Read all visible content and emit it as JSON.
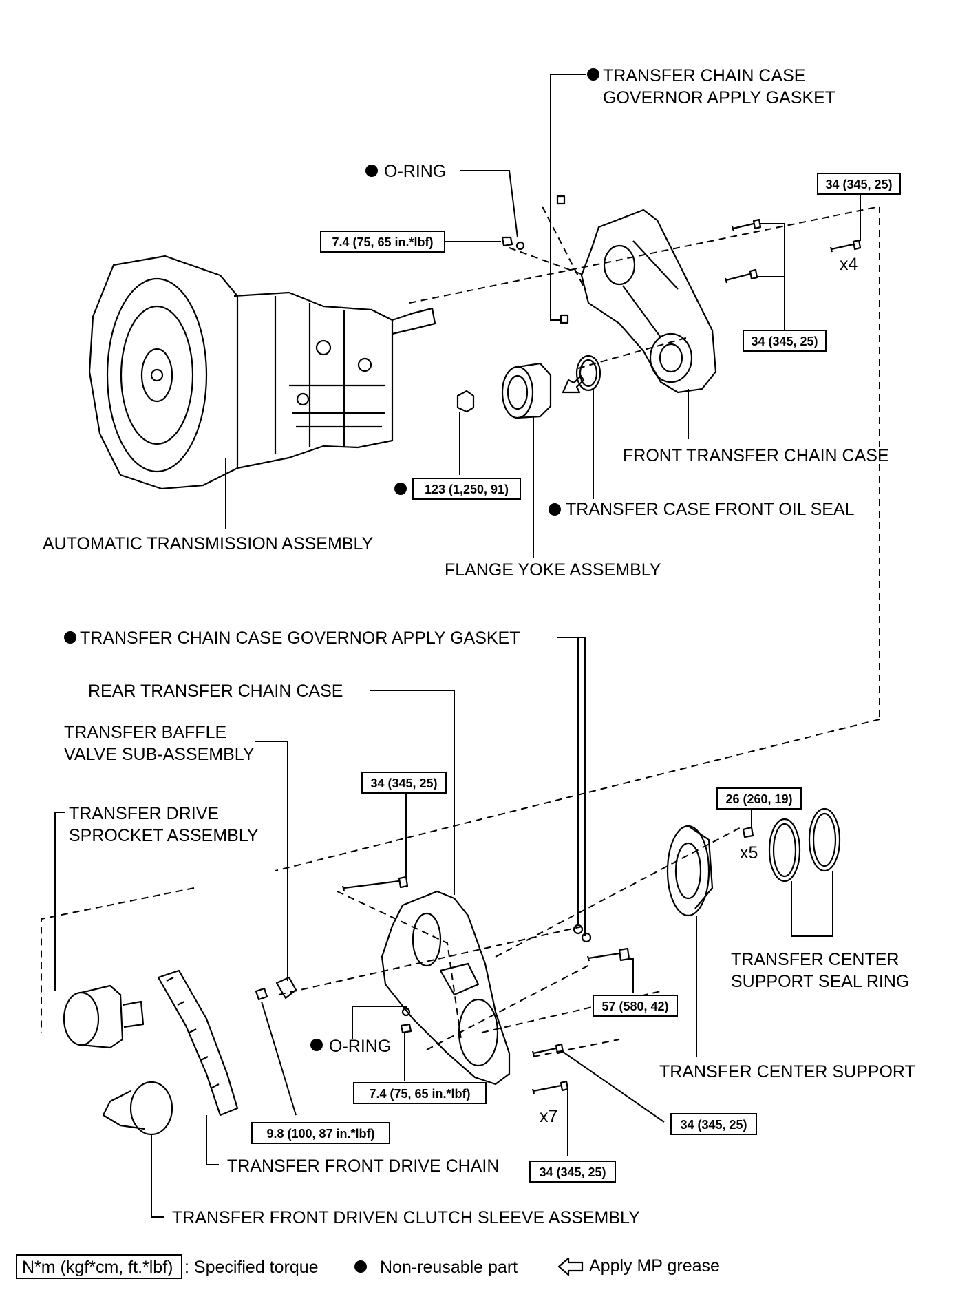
{
  "labels": {
    "transfer_chain_case_gasket_top_line1": "TRANSFER CHAIN CASE",
    "transfer_chain_case_gasket_top_line2": "GOVERNOR APPLY GASKET",
    "o_ring_top": "O-RING",
    "front_transfer_chain_case": "FRONT TRANSFER CHAIN CASE",
    "transfer_case_front_oil_seal": "TRANSFER CASE FRONT OIL SEAL",
    "automatic_transmission_assembly": "AUTOMATIC TRANSMISSION ASSEMBLY",
    "flange_yoke_assembly": "FLANGE YOKE ASSEMBLY",
    "transfer_chain_case_gasket_bottom": "TRANSFER CHAIN CASE GOVERNOR APPLY GASKET",
    "rear_transfer_chain_case": "REAR TRANSFER CHAIN CASE",
    "baffle_valve_line1": "TRANSFER BAFFLE",
    "baffle_valve_line2": "VALVE SUB-ASSEMBLY",
    "drive_sprocket_line1": "TRANSFER DRIVE",
    "drive_sprocket_line2": "SPROCKET ASSEMBLY",
    "center_support_seal_ring_line1": "TRANSFER CENTER",
    "center_support_seal_ring_line2": "SUPPORT SEAL RING",
    "o_ring_bottom": "O-RING",
    "transfer_center_support": "TRANSFER CENTER SUPPORT",
    "front_drive_chain": "TRANSFER FRONT DRIVE CHAIN",
    "front_driven_clutch_sleeve": "TRANSFER FRONT DRIVEN CLUTCH SLEEVE ASSEMBLY"
  },
  "torques": {
    "t_top_right": "34 (345, 25)",
    "t_oring_bolt_top": "7.4 (75, 65 in.*lbf)",
    "t_front_case_bolts": "34 (345, 25)",
    "t_flange_nut": "123 (1,250, 91)",
    "t_rear_case_top": "34 (345, 25)",
    "t_center_support_bolt": "26 (260, 19)",
    "t_rear_right_bolt": "57 (580, 42)",
    "t_oring_bolt_bottom": "7.4 (75, 65 in.*lbf)",
    "t_baffle_bolt": "9.8 (100, 87 in.*lbf)",
    "t_lower_bolt_a": "34 (345, 25)",
    "t_lower_bolt_b": "34 (345, 25)"
  },
  "quantities": {
    "q_x4": "x4",
    "q_x5": "x5",
    "q_x7": "x7"
  },
  "legend": {
    "torque_box": "N*m (kgf*cm, ft.*lbf)",
    "torque_text": ": Specified torque",
    "non_reusable": "Non-reusable part",
    "apply_grease": "Apply MP grease"
  }
}
